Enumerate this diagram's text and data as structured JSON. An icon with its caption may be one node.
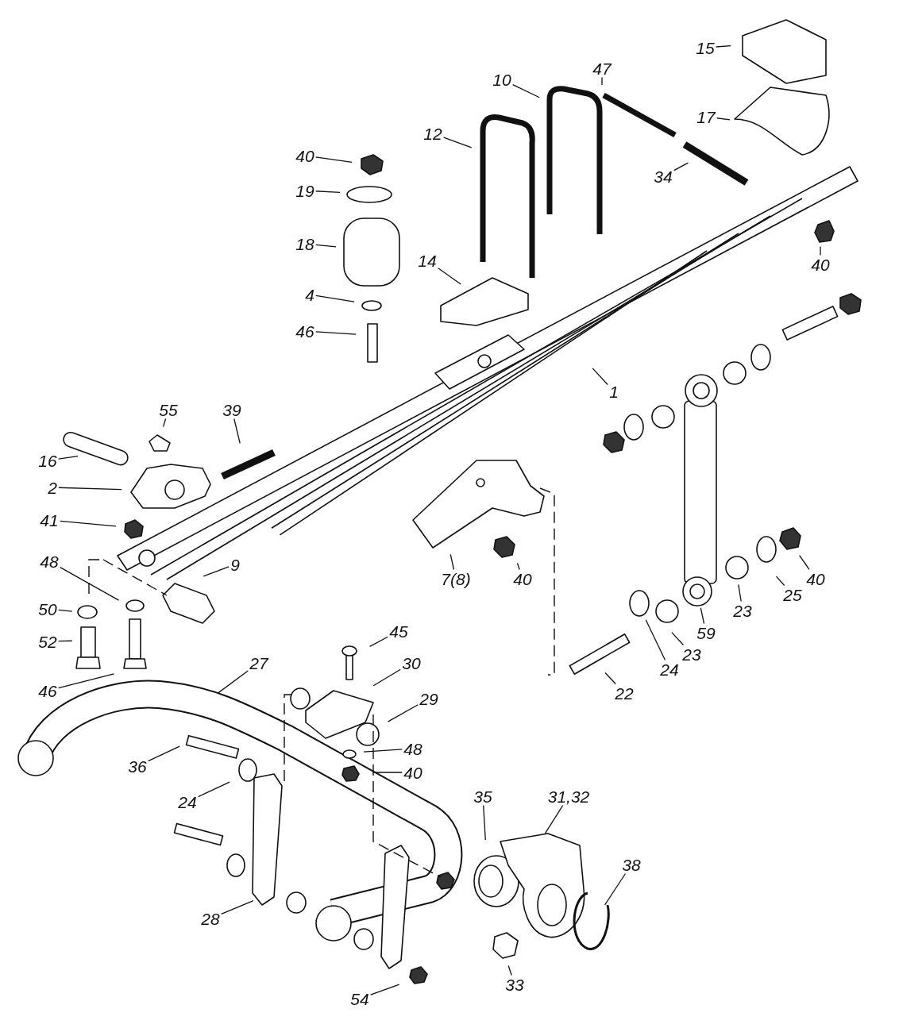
{
  "diagram": {
    "nodes": [
      {
        "text": [
          "15"
        ]
      },
      {
        "text": [
          "47"
        ]
      },
      {
        "text": [
          "10"
        ]
      },
      {
        "text": [
          "17"
        ]
      },
      {
        "text": [
          "12"
        ]
      },
      {
        "text": [
          "40"
        ]
      },
      {
        "text": [
          "19"
        ]
      },
      {
        "text": [
          "34"
        ]
      },
      {
        "text": [
          "18"
        ]
      },
      {
        "text": [
          "40"
        ]
      },
      {
        "text": [
          "14"
        ]
      },
      {
        "text": [
          "4"
        ]
      },
      {
        "text": [
          "46"
        ]
      },
      {
        "text": [
          "1"
        ]
      },
      {
        "text": [
          "55"
        ]
      },
      {
        "text": [
          "39"
        ]
      },
      {
        "text": [
          "16"
        ]
      },
      {
        "text": [
          "2"
        ]
      },
      {
        "text": [
          "41"
        ]
      },
      {
        "text": [
          "7(8)"
        ]
      },
      {
        "text": [
          "40"
        ]
      },
      {
        "text": [
          "40"
        ]
      },
      {
        "text": [
          "48"
        ]
      },
      {
        "text": [
          "9"
        ]
      },
      {
        "text": [
          "50"
        ]
      },
      {
        "text": [
          "25"
        ]
      },
      {
        "text": [
          "23"
        ]
      },
      {
        "text": [
          "59"
        ]
      },
      {
        "text": [
          "52"
        ]
      },
      {
        "text": [
          "23"
        ]
      },
      {
        "text": [
          "24"
        ]
      },
      {
        "text": [
          "45"
        ]
      },
      {
        "text": [
          "46"
        ]
      },
      {
        "text": [
          "27"
        ]
      },
      {
        "text": [
          "30"
        ]
      },
      {
        "text": [
          "22"
        ]
      },
      {
        "text": [
          "29"
        ]
      },
      {
        "text": [
          "36"
        ]
      },
      {
        "text": [
          "48"
        ]
      },
      {
        "text": [
          "40"
        ]
      },
      {
        "text": [
          "24"
        ]
      },
      {
        "text": [
          "35"
        ]
      },
      {
        "text": [
          "31,32"
        ]
      },
      {
        "text": [
          "38"
        ]
      },
      {
        "text": [
          "28"
        ]
      },
      {
        "text": [
          "33"
        ]
      },
      {
        "text": [
          "54"
        ]
      }
    ],
    "edges": [
      {
        "from": 0,
        "to": null,
        "arrow": "none"
      },
      {
        "from": 1,
        "to": null,
        "arrow": "none"
      },
      {
        "from": 2,
        "to": null,
        "arrow": "none"
      },
      {
        "from": 3,
        "to": null,
        "arrow": "none"
      },
      {
        "from": 4,
        "to": null,
        "arrow": "none"
      },
      {
        "from": 5,
        "to": null,
        "arrow": "none"
      },
      {
        "from": 6,
        "to": null,
        "arrow": "none"
      },
      {
        "from": 7,
        "to": null,
        "arrow": "none"
      },
      {
        "from": 8,
        "to": null,
        "arrow": "none"
      },
      {
        "from": 9,
        "to": null,
        "arrow": "none"
      },
      {
        "from": 10,
        "to": null,
        "arrow": "none"
      },
      {
        "from": 11,
        "to": null,
        "arrow": "none"
      },
      {
        "from": 12,
        "to": null,
        "arrow": "none"
      },
      {
        "from": 13,
        "to": null,
        "arrow": "none"
      },
      {
        "from": 14,
        "to": null,
        "arrow": "none"
      },
      {
        "from": 15,
        "to": null,
        "arrow": "none"
      },
      {
        "from": 16,
        "to": null,
        "arrow": "none"
      },
      {
        "from": 17,
        "to": null,
        "arrow": "none"
      },
      {
        "from": 18,
        "to": null,
        "arrow": "none"
      },
      {
        "from": 19,
        "to": null,
        "arrow": "none"
      },
      {
        "from": 20,
        "to": null,
        "arrow": "none"
      },
      {
        "from": 21,
        "to": null,
        "arrow": "none"
      },
      {
        "from": 22,
        "to": null,
        "arrow": "none"
      },
      {
        "from": 23,
        "to": null,
        "arrow": "none"
      },
      {
        "from": 24,
        "to": null,
        "arrow": "none"
      },
      {
        "from": 25,
        "to": null,
        "arrow": "none"
      },
      {
        "from": 26,
        "to": null,
        "arrow": "none"
      },
      {
        "from": 27,
        "to": null,
        "arrow": "none"
      },
      {
        "from": 28,
        "to": null,
        "arrow": "none"
      },
      {
        "from": 29,
        "to": null,
        "arrow": "none"
      },
      {
        "from": 30,
        "to": null,
        "arrow": "none"
      },
      {
        "from": 31,
        "to": null,
        "arrow": "none"
      },
      {
        "from": 32,
        "to": null,
        "arrow": "none"
      },
      {
        "from": 33,
        "to": null,
        "arrow": "none"
      },
      {
        "from": 34,
        "to": null,
        "arrow": "none"
      },
      {
        "from": 35,
        "to": null,
        "arrow": "none"
      },
      {
        "from": 36,
        "to": null,
        "arrow": "none"
      },
      {
        "from": 37,
        "to": null,
        "arrow": "none"
      },
      {
        "from": 38,
        "to": null,
        "arrow": "none"
      },
      {
        "from": 39,
        "to": null,
        "arrow": "none"
      },
      {
        "from": 40,
        "to": null,
        "arrow": "none"
      },
      {
        "from": 41,
        "to": null,
        "arrow": "none"
      },
      {
        "from": 42,
        "to": null,
        "arrow": "none"
      },
      {
        "from": 43,
        "to": null,
        "arrow": "none"
      },
      {
        "from": 44,
        "to": null,
        "arrow": "none"
      },
      {
        "from": 45,
        "to": null,
        "arrow": "none"
      },
      {
        "from": 46,
        "to": null,
        "arrow": "none"
      }
    ]
  }
}
